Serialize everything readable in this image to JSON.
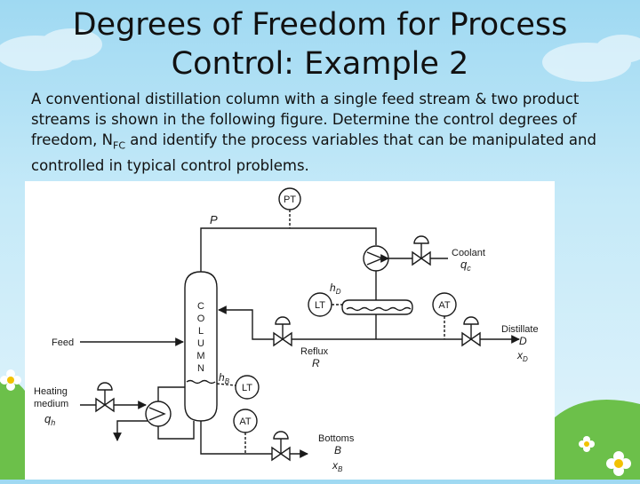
{
  "slide": {
    "title_line1": "Degrees of Freedom for Process",
    "title_line2": "Control: Example 2",
    "body_before_sub": "A conventional distillation column with a single feed stream & two product streams is shown in the following figure. Determine the control degrees of freedom, N",
    "body_sub": "FC",
    "body_after_sub": " and identify the process variables that can be manipulated and controlled in typical control problems."
  },
  "figure": {
    "pt_label": "PT",
    "p_label": "P",
    "coolant_label": "Coolant",
    "qc_label": "q",
    "qc_sub": "c",
    "hd_label": "h",
    "hd_sub": "D",
    "lt_top_label": "LT",
    "at_top_label": "AT",
    "column_letters": [
      "C",
      "O",
      "L",
      "U",
      "M",
      "N"
    ],
    "feed_label": "Feed",
    "reflux_label": "Reflux",
    "reflux_symbol": "R",
    "distillate_label": "Distillate",
    "distillate_symbol": "D",
    "xd_label": "x",
    "xd_sub": "D",
    "hb_label": "h",
    "hb_sub": "B",
    "lt_bottom_label": "LT",
    "at_bottom_label": "AT",
    "heating_label_1": "Heating",
    "heating_label_2": "medium",
    "qh_label": "q",
    "qh_sub": "h",
    "bottoms_label": "Bottoms",
    "bottoms_symbol": "B",
    "xb_label": "x",
    "xb_sub": "B"
  },
  "colors": {
    "sky_top": "#9fd9f2",
    "grass": "#6cc04a",
    "line": "#1a1a1a"
  }
}
